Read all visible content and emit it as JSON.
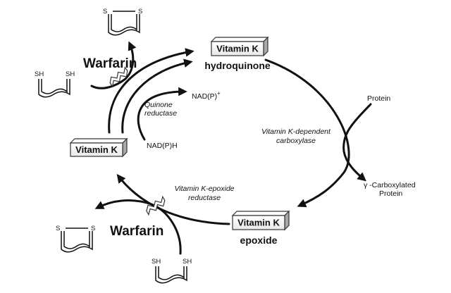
{
  "nodes": {
    "vk_hydroquinone": {
      "box_label": "Vitamin K",
      "sub_label": "hydroquinone"
    },
    "vk_epoxide": {
      "box_label": "Vitamin K",
      "sub_label": "epoxide"
    },
    "vk_quinone": {
      "box_label": "Vitamin K"
    }
  },
  "inhibitors": {
    "top": "Warfarin",
    "bottom": "Warfarin"
  },
  "enzymes": {
    "quinone_reductase": [
      "Quinone",
      "reductase"
    ],
    "carboxylase": [
      "Vitamin K-dependent",
      "carboxylase"
    ],
    "epoxide_reductase": [
      "Vitamin K-epoxide",
      "reductase"
    ]
  },
  "cofactors": {
    "nadp": "NAD(P)",
    "nadp_sup": "+",
    "nadph": "NAD(P)H"
  },
  "substrates": {
    "protein": "Protein",
    "product_line1": "γ -Carboxylated",
    "product_line2": "Protein"
  },
  "thiol": {
    "sh": "SH",
    "s": "S"
  }
}
